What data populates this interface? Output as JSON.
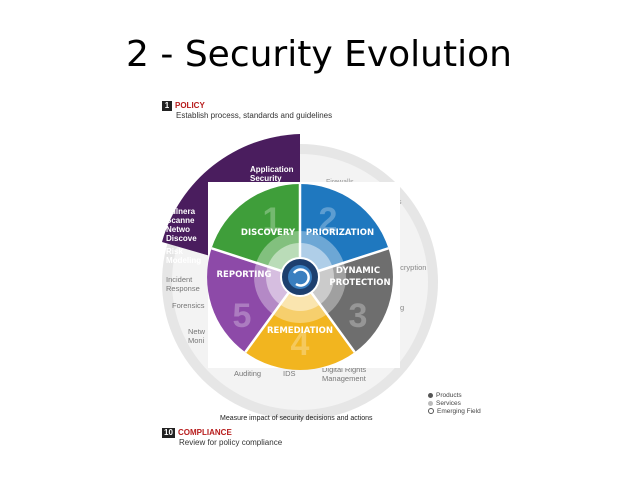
{
  "slide": {
    "title": "2 - Security Evolution"
  },
  "policy": {
    "number": "1",
    "title": "POLICY",
    "subtitle": "Establish process, standards and guidelines"
  },
  "compliance": {
    "number": "10",
    "title": "COMPLIANCE",
    "subtitle": "Review for policy compliance"
  },
  "measure_text": "Measure impact of security decisions and actions",
  "outer_labels": {
    "application_security": "Application Security",
    "vulnerability": "Vulnera Scanne Netwo Discove",
    "risk_modeling": "Risk Modeling",
    "incident_response": "Incident Response",
    "forensics": "Forensics",
    "network_monitoring": "Netw Moni",
    "auditing": "Auditing",
    "ids": "IDS",
    "digital_rights": "Digital Rights Management",
    "firewalls": "Firewalls",
    "s_label": "s",
    "encryption": "ncryption",
    "g_label": "g"
  },
  "wheel": {
    "segments": [
      {
        "number": "1",
        "label": "DISCOVERY"
      },
      {
        "number": "2",
        "label": "PRIORIZATION"
      },
      {
        "number": "3",
        "label": "DYNAMIC PROTECTION"
      },
      {
        "number": "4",
        "label": "REMEDIATION"
      },
      {
        "number": "5",
        "label": "REPORTING"
      }
    ]
  },
  "legend": {
    "items": [
      "Products",
      "Services",
      "Emerging Field"
    ]
  },
  "colors": {
    "discovery": "#3f9e3a",
    "priorization": "#1f78bf",
    "protection": "#6e6e6e",
    "remediation": "#f2b51f",
    "reporting": "#8d4aa8",
    "policy_purple": "#4a1d5e",
    "outer_gray": "#e6e6e6"
  }
}
